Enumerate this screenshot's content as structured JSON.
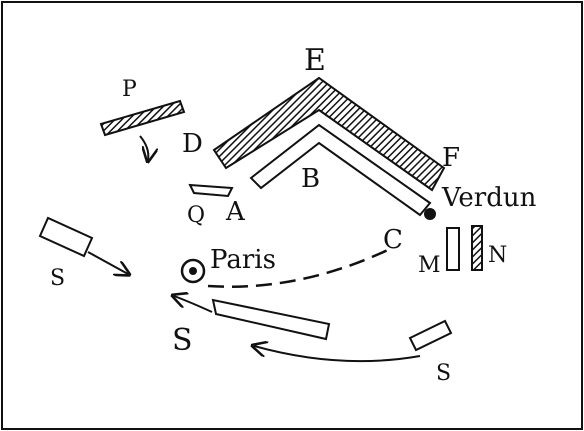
{
  "labels": {
    "E": "E",
    "B": "B",
    "F": "F",
    "D": "D",
    "P": "P",
    "Q": "Q",
    "A": "A",
    "C": "C",
    "M": "M",
    "N": "N",
    "verdun": "Verdun",
    "paris": "Paris",
    "s_left": "S",
    "s_center": "S",
    "s_right": "S"
  }
}
